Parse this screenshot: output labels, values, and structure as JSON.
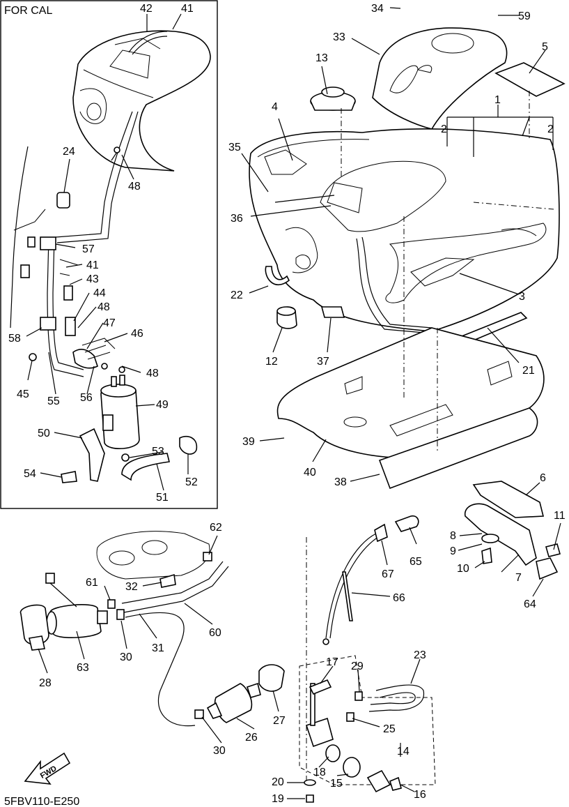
{
  "diagram": {
    "inset_title": "FOR CAL",
    "code": "5FBV110-E250",
    "fwd_label": "FWD"
  },
  "callouts": [
    {
      "id": "c42",
      "text": "42"
    },
    {
      "id": "c41a",
      "text": "41"
    },
    {
      "id": "c24",
      "text": "24"
    },
    {
      "id": "c48a",
      "text": "48"
    },
    {
      "id": "c57",
      "text": "57"
    },
    {
      "id": "c41b",
      "text": "41"
    },
    {
      "id": "c43",
      "text": "43"
    },
    {
      "id": "c44",
      "text": "44"
    },
    {
      "id": "c48b",
      "text": "48"
    },
    {
      "id": "c47",
      "text": "47"
    },
    {
      "id": "c46",
      "text": "46"
    },
    {
      "id": "c58",
      "text": "58"
    },
    {
      "id": "c48c",
      "text": "48"
    },
    {
      "id": "c45",
      "text": "45"
    },
    {
      "id": "c55",
      "text": "55"
    },
    {
      "id": "c56",
      "text": "56"
    },
    {
      "id": "c49",
      "text": "49"
    },
    {
      "id": "c50",
      "text": "50"
    },
    {
      "id": "c53",
      "text": "53"
    },
    {
      "id": "c54",
      "text": "54"
    },
    {
      "id": "c52",
      "text": "52"
    },
    {
      "id": "c51",
      "text": "51"
    },
    {
      "id": "c34",
      "text": "34"
    },
    {
      "id": "c59",
      "text": "59"
    },
    {
      "id": "c33",
      "text": "33"
    },
    {
      "id": "c5",
      "text": "5"
    },
    {
      "id": "c13",
      "text": "13"
    },
    {
      "id": "c1",
      "text": "1"
    },
    {
      "id": "c4",
      "text": "4"
    },
    {
      "id": "c2a",
      "text": "2"
    },
    {
      "id": "c2b",
      "text": "2"
    },
    {
      "id": "c35",
      "text": "35"
    },
    {
      "id": "c36",
      "text": "36"
    },
    {
      "id": "c22",
      "text": "22"
    },
    {
      "id": "c3",
      "text": "3"
    },
    {
      "id": "c12",
      "text": "12"
    },
    {
      "id": "c37",
      "text": "37"
    },
    {
      "id": "c21",
      "text": "21"
    },
    {
      "id": "c39",
      "text": "39"
    },
    {
      "id": "c40",
      "text": "40"
    },
    {
      "id": "c38",
      "text": "38"
    },
    {
      "id": "c6",
      "text": "6"
    },
    {
      "id": "c11",
      "text": "11"
    },
    {
      "id": "c8",
      "text": "8"
    },
    {
      "id": "c9",
      "text": "9"
    },
    {
      "id": "c10",
      "text": "10"
    },
    {
      "id": "c7",
      "text": "7"
    },
    {
      "id": "c64",
      "text": "64"
    },
    {
      "id": "c62",
      "text": "62"
    },
    {
      "id": "c61",
      "text": "61"
    },
    {
      "id": "c32",
      "text": "32"
    },
    {
      "id": "c60",
      "text": "60"
    },
    {
      "id": "c30a",
      "text": "30"
    },
    {
      "id": "c31",
      "text": "31"
    },
    {
      "id": "c63",
      "text": "63"
    },
    {
      "id": "c28",
      "text": "28"
    },
    {
      "id": "c67",
      "text": "67"
    },
    {
      "id": "c65",
      "text": "65"
    },
    {
      "id": "c66",
      "text": "66"
    },
    {
      "id": "c17",
      "text": "17"
    },
    {
      "id": "c29",
      "text": "29"
    },
    {
      "id": "c23",
      "text": "23"
    },
    {
      "id": "c27",
      "text": "27"
    },
    {
      "id": "c26",
      "text": "26"
    },
    {
      "id": "c25",
      "text": "25"
    },
    {
      "id": "c30b",
      "text": "30"
    },
    {
      "id": "c14",
      "text": "14"
    },
    {
      "id": "c20",
      "text": "20"
    },
    {
      "id": "c18",
      "text": "18"
    },
    {
      "id": "c15",
      "text": "15"
    },
    {
      "id": "c16",
      "text": "16"
    },
    {
      "id": "c19",
      "text": "19"
    }
  ]
}
